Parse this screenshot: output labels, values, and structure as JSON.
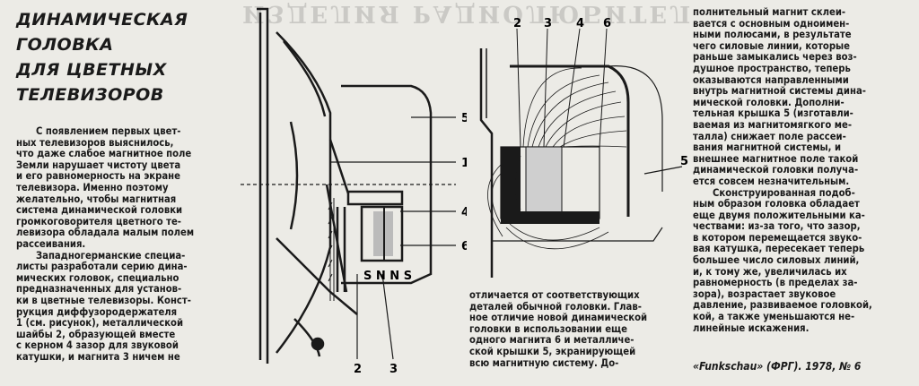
{
  "headline": [
    "ДИНАМИЧЕСКАЯ ГОЛОВКА",
    "ДЛЯ ЦВЕТНЫХ",
    "ТЕЛЕВИЗОРОВ"
  ],
  "column1": {
    "p1": [
      "С появлением первых цвет-",
      "ных телевизоров выяснилось,",
      "что даже слабое магнитное поле",
      "Земли нарушает чистоту цвета",
      "и его равномерность на экране",
      "телевизора. Именно поэтому",
      "желательно, чтобы магнитная",
      "система динамической головки",
      "громкоговорителя цветного те-",
      "левизора обладала малым полем",
      "рассеивания."
    ],
    "p2": [
      "Западногерманские специа-",
      "листы разработали серию дина-",
      "мических головок, специально",
      "предназначенных для установ-",
      "ки в цветные телевизоры. Конст-",
      "рукция диффузородержателя",
      "1 (см. рисунок), металлической",
      "шайбы 2, образующей вместе",
      "с керном 4 зазор для звуковой",
      "катушки, и магнита 3 ничем не"
    ]
  },
  "column3": [
    "отличается от соответствующих",
    "деталей обычной головки. Глав-",
    "ное отличие новой динамической",
    "головки в использовании еще",
    "одного магнита 6 и металличе-",
    "ской крышки 5, экранирующей",
    "всю магнитную систему. До-"
  ],
  "column4": {
    "p1": [
      "полнительный магнит склеи-",
      "вается с основным одноимен-",
      "ными полюсами, в результате",
      "чего силовые линии, которые",
      "раньше замыкались через воз-",
      "душное пространство, теперь",
      "оказываются направленными",
      "внутрь магнитной системы дина-",
      "мической головки. Дополни-",
      "тельная крышка 5 (изготавли-",
      "ваемая из магнитомягкого ме-",
      "талла) снижает поле рассеи-",
      "вания магнитной системы, и",
      "внешнее магнитное поле такой",
      "динамической головки получа-",
      "ется совсем незначительным."
    ],
    "p2": [
      "Сконструированная подоб-",
      "ным образом головка обладает",
      "еще двумя положительными ка-",
      "чествами: из-за того, что зазор,",
      "в котором перемещается звуко-",
      "вая катушка, пересекает теперь",
      "большее число силовых линий,",
      "и, к тому же, увеличилась их",
      "равномерность (в пределах за-",
      "зора), возрастает звуковое",
      "давление, развиваемое головкой,",
      "кой, а также уменьшаются не-",
      "линейные искажения."
    ]
  },
  "source": "«Funkschau» (ФРГ). 1978, № 6",
  "figure1": {
    "labels": [
      "5",
      "1",
      "4",
      "6",
      "2",
      "3"
    ],
    "poles": "S N N S"
  },
  "figure2": {
    "labels": [
      "2",
      "3",
      "4",
      "6",
      "5"
    ]
  },
  "ghost_text": "ИЗДЕЛИЯ РАДИОЛЮБИТЕЛЕЙ"
}
